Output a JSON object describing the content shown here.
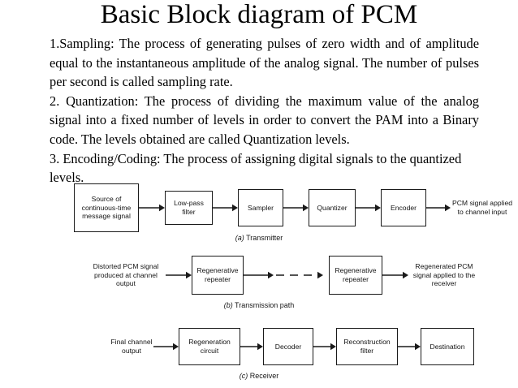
{
  "slide": {
    "title": "Basic Block diagram of PCM",
    "paragraphs": [
      "1.Sampling: The process of generating pulses of zero width and of amplitude equal to the instantaneous amplitude of the analog signal. The number of pulses per second is called sampling rate.",
      "2. Quantization: The process of dividing the maximum value of the analog signal into a fixed number of levels in order to convert the PAM into a Binary code. The levels obtained are called Quantization levels.",
      "3. Encoding/Coding: The process of assigning digital signals   to the quantized levels."
    ]
  },
  "diagram": {
    "rows": [
      {
        "caption_prefix": "(a)",
        "caption": " Transmitter",
        "input_label": "",
        "blocks": [
          {
            "label": "Source of continuous-time message signal"
          },
          {
            "label": "Low-pass filter"
          },
          {
            "label": "Sampler"
          },
          {
            "label": "Quantizer"
          },
          {
            "label": "Encoder"
          }
        ],
        "output_label": "PCM signal applied to channel input"
      },
      {
        "caption_prefix": "(b)",
        "caption": " Transmission path",
        "input_label": "Distorted PCM signal produced at channel output",
        "blocks": [
          {
            "label": "Regenerative repeater"
          },
          {
            "label": "Regenerative repeater"
          }
        ],
        "output_label": "Regenerated PCM signal applied to the receiver"
      },
      {
        "caption_prefix": "(c)",
        "caption": " Receiver",
        "input_label": "Final channel output",
        "blocks": [
          {
            "label": "Regeneration circuit"
          },
          {
            "label": "Decoder"
          },
          {
            "label": "Reconstruction filter"
          },
          {
            "label": "Destination"
          }
        ],
        "output_label": ""
      }
    ]
  },
  "colors": {
    "text": "#000000",
    "box_border": "#1a1a1a",
    "diagram_text": "#141414",
    "background": "#ffffff"
  }
}
